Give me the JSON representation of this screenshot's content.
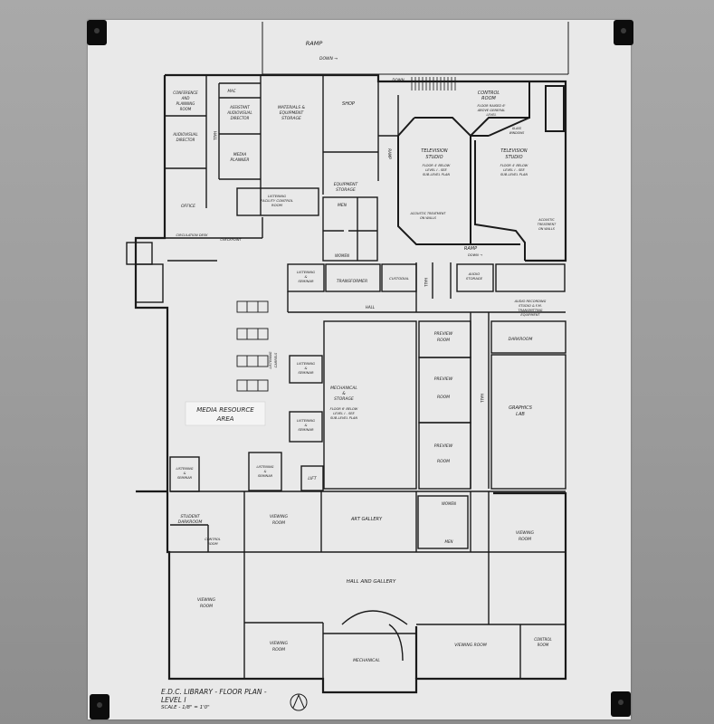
{
  "plan": {
    "title_line1": "E.D.C. LIBRARY - FLOOR PLAN -",
    "title_line2": "LEVEL I",
    "scale": "SCALE - 1/8\" = 1'0\"",
    "labels": {
      "ramp_top": "RAMP",
      "down_top": "DOWN →",
      "down_stair": "DOWN",
      "conference": [
        "CONFERENCE",
        "AND",
        "PLANNING",
        "ROOM"
      ],
      "mac": "MAC",
      "assistant_director": [
        "ASSISTANT",
        "AUDIOVISUAL",
        "DIRECTOR"
      ],
      "materials_storage": [
        "MATERIALS &",
        "EQUIPMENT",
        "STORAGE"
      ],
      "shop": "SHOP",
      "control_room": [
        "CONTROL",
        "ROOM"
      ],
      "control_room_note": [
        "FLOOR RAISED 6'",
        "ABOVE GENERAL",
        "LEVEL"
      ],
      "glass_windows": [
        "GLASS",
        "WINDOWS"
      ],
      "audiovisual_director": [
        "AUDIOVISUAL",
        "DIRECTOR"
      ],
      "hall_side": "HALL",
      "media_planner": [
        "MEDIA",
        "PLANNER"
      ],
      "ramp_side": "RAMP",
      "tv_studio_1": [
        "TELEVISION",
        "STUDIO"
      ],
      "tv_studio_1_note": [
        "FLOOR 4' BELOW",
        "LEVEL I - SEE",
        "SUB-LEVEL PLAN"
      ],
      "tv_studio_2": [
        "TELEVISION",
        "STUDIO"
      ],
      "tv_studio_2_note": [
        "FLOOR 4' BELOW",
        "LEVEL I - SEE",
        "SUB-LEVEL PLAN"
      ],
      "office": "OFFICE",
      "listening_control": [
        "LISTENING",
        "FACILITY CONTROL",
        "ROOM"
      ],
      "equipment_storage": [
        "EQUIPMENT",
        "STORAGE"
      ],
      "acoustic_1": [
        "ACOUSTIC TREATMENT",
        "ON WALLS"
      ],
      "acoustic_2": [
        "ACOUSTIC",
        "TREATMENT",
        "ON WALLS"
      ],
      "men_top": "MEN",
      "women_top": "WOMEN",
      "circulation_desk": "CIRCULATION DESK",
      "checkpoint": "CHECKPOINT",
      "ramp_down": [
        "RAMP",
        "DOWN →"
      ],
      "listening_seminar_1": [
        "LISTENING",
        "&",
        "SEMINAR"
      ],
      "transformer": "TRANSFORMER",
      "custodial": "CUSTODIAL",
      "hall_v": "HALL",
      "audio_storage": [
        "AUDIO",
        "STORAGE"
      ],
      "audio_recording": [
        "AUDIO RECORDING",
        "STUDIO & F.M.",
        "TRANSMITTING",
        "EQUIPMENT"
      ],
      "hall_mid": "HALL",
      "preview_1": [
        "PREVIEW",
        "ROOM"
      ],
      "darkroom": "DARKROOM",
      "listening_carrels": [
        "LISTENING",
        "CARRELS"
      ],
      "listening_seminar_2": [
        "LISTENING",
        "&",
        "SEMINAR"
      ],
      "mechanical_storage": [
        "MECHANICAL",
        "&",
        "STORAGE"
      ],
      "mechanical_note": [
        "FLOOR 6' BELOW",
        "LEVEL I - SEE",
        "SUB-LEVEL PLAN"
      ],
      "preview_2": [
        "PREVIEW",
        "ROOM"
      ],
      "hall_right": "HALL",
      "graphics_lab": [
        "GRAPHICS",
        "LAB"
      ],
      "media_resource": [
        "MEDIA  RESOURCE",
        "AREA"
      ],
      "listening_seminar_3": [
        "LISTENING",
        "&",
        "SEMINAR"
      ],
      "preview_3": [
        "PREVIEW",
        "ROOM"
      ],
      "listening_seminar_4": [
        "LISTENING",
        "&",
        "SEMINAR"
      ],
      "listening_seminar_5": [
        "LISTENING",
        "&",
        "SEMINAR"
      ],
      "lift": "LIFT",
      "women_bottom": "WOMEN",
      "men_bottom": "MEN",
      "student_darkroom": [
        "STUDENT",
        "DARKROOM"
      ],
      "viewing_room_1": [
        "VIEWING",
        "ROOM"
      ],
      "art_gallery": "ART  GALLERY",
      "viewing_room_right": [
        "VIEWING",
        "ROOM"
      ],
      "control_room_small": [
        "CONTROL",
        "ROOM"
      ],
      "hall_and_gallery": "HALL   AND   GALLERY",
      "viewing_room_left": [
        "VIEWING",
        "ROOM"
      ],
      "viewing_room_bottom": [
        "VIEWING",
        "ROOM"
      ],
      "mechanical": "MECHANICAL",
      "viewing_room_bottom_right": "VIEWING ROOM",
      "control_room_br": [
        "CONTROL",
        "ROOM"
      ]
    }
  }
}
